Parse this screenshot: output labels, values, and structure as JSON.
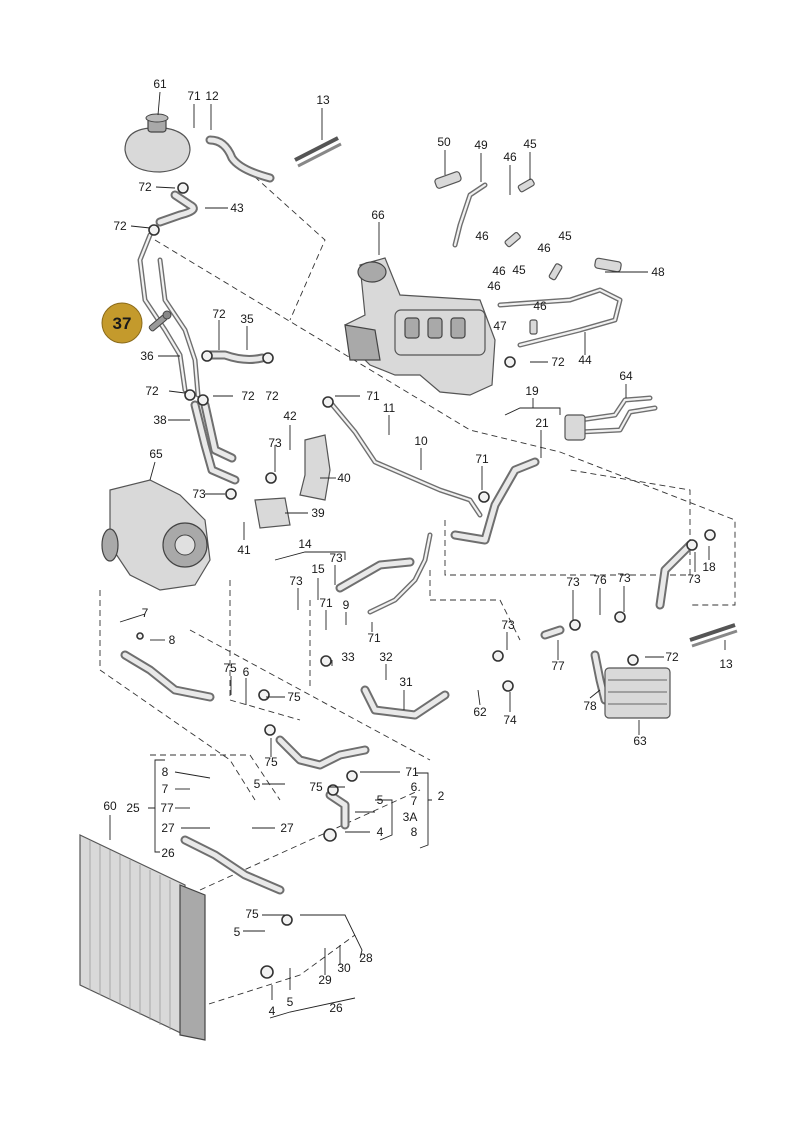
{
  "highlight": {
    "label": "37",
    "color": "#c49a2c"
  },
  "callouts": [
    {
      "id": "c61",
      "text": "61"
    },
    {
      "id": "c71a",
      "text": "71"
    },
    {
      "id": "c12",
      "text": "12"
    },
    {
      "id": "c13a",
      "text": "13"
    },
    {
      "id": "c72a",
      "text": "72"
    },
    {
      "id": "c43",
      "text": "43"
    },
    {
      "id": "c72b",
      "text": "72"
    },
    {
      "id": "c50",
      "text": "50"
    },
    {
      "id": "c49",
      "text": "49"
    },
    {
      "id": "c46a",
      "text": "46"
    },
    {
      "id": "c45a",
      "text": "45"
    },
    {
      "id": "c66",
      "text": "66"
    },
    {
      "id": "c46b",
      "text": "46"
    },
    {
      "id": "c46c",
      "text": "46"
    },
    {
      "id": "c45b",
      "text": "45"
    },
    {
      "id": "c46d",
      "text": "46"
    },
    {
      "id": "c45c",
      "text": "45"
    },
    {
      "id": "c46e",
      "text": "46"
    },
    {
      "id": "c48",
      "text": "48"
    },
    {
      "id": "c46f",
      "text": "46"
    },
    {
      "id": "c47",
      "text": "47"
    },
    {
      "id": "c72c",
      "text": "72"
    },
    {
      "id": "c44",
      "text": "44"
    },
    {
      "id": "c72d",
      "text": "72"
    },
    {
      "id": "c35",
      "text": "35"
    },
    {
      "id": "c36",
      "text": "36"
    },
    {
      "id": "c72e",
      "text": "72"
    },
    {
      "id": "c72f",
      "text": "72"
    },
    {
      "id": "c72g",
      "text": "72"
    },
    {
      "id": "c71b",
      "text": "71"
    },
    {
      "id": "c11",
      "text": "11"
    },
    {
      "id": "c19",
      "text": "19"
    },
    {
      "id": "c64",
      "text": "64"
    },
    {
      "id": "c21",
      "text": "21"
    },
    {
      "id": "c38",
      "text": "38"
    },
    {
      "id": "c42",
      "text": "42"
    },
    {
      "id": "c10",
      "text": "10"
    },
    {
      "id": "c73a",
      "text": "73"
    },
    {
      "id": "c65",
      "text": "65"
    },
    {
      "id": "c71c",
      "text": "71"
    },
    {
      "id": "c40",
      "text": "40"
    },
    {
      "id": "c73b",
      "text": "73"
    },
    {
      "id": "c39",
      "text": "39"
    },
    {
      "id": "c41",
      "text": "41"
    },
    {
      "id": "c14",
      "text": "14"
    },
    {
      "id": "c73c",
      "text": "73"
    },
    {
      "id": "c15",
      "text": "15"
    },
    {
      "id": "c73d",
      "text": "73"
    },
    {
      "id": "c18",
      "text": "18"
    },
    {
      "id": "c73e",
      "text": "73"
    },
    {
      "id": "c76",
      "text": "76"
    },
    {
      "id": "c73f",
      "text": "73"
    },
    {
      "id": "c73g",
      "text": "73"
    },
    {
      "id": "c9",
      "text": "9"
    },
    {
      "id": "c71d",
      "text": "71"
    },
    {
      "id": "c71e",
      "text": "71"
    },
    {
      "id": "c7a",
      "text": "7"
    },
    {
      "id": "c8a",
      "text": "8"
    },
    {
      "id": "c73h",
      "text": "73"
    },
    {
      "id": "c33",
      "text": "33"
    },
    {
      "id": "c32",
      "text": "32"
    },
    {
      "id": "c77a",
      "text": "77"
    },
    {
      "id": "c72h",
      "text": "72"
    },
    {
      "id": "c13b",
      "text": "13"
    },
    {
      "id": "c75a",
      "text": "75"
    },
    {
      "id": "c6a",
      "text": "6"
    },
    {
      "id": "c75b",
      "text": "75"
    },
    {
      "id": "c31",
      "text": "31"
    },
    {
      "id": "c62",
      "text": "62"
    },
    {
      "id": "c74",
      "text": "74"
    },
    {
      "id": "c78",
      "text": "78"
    },
    {
      "id": "c63",
      "text": "63"
    },
    {
      "id": "c75c",
      "text": "75"
    },
    {
      "id": "c8b",
      "text": "8"
    },
    {
      "id": "c71f",
      "text": "71"
    },
    {
      "id": "c5a",
      "text": "5"
    },
    {
      "id": "c75d",
      "text": "75"
    },
    {
      "id": "c6b",
      "text": "6"
    },
    {
      "id": "c7b",
      "text": "7"
    },
    {
      "id": "c2",
      "text": "2"
    },
    {
      "id": "c60",
      "text": "60"
    },
    {
      "id": "c25",
      "text": "25"
    },
    {
      "id": "c7c",
      "text": "7"
    },
    {
      "id": "c77b",
      "text": "77"
    },
    {
      "id": "c5b",
      "text": "5"
    },
    {
      "id": "c3A",
      "text": "3A"
    },
    {
      "id": "c8c",
      "text": "8"
    },
    {
      "id": "c27a",
      "text": "27"
    },
    {
      "id": "c27b",
      "text": "27"
    },
    {
      "id": "c4a",
      "text": "4"
    },
    {
      "id": "c26a",
      "text": "26"
    },
    {
      "id": "c75e",
      "text": "75"
    },
    {
      "id": "c5c",
      "text": "5"
    },
    {
      "id": "c28",
      "text": "28"
    },
    {
      "id": "c30",
      "text": "30"
    },
    {
      "id": "c29",
      "text": "29"
    },
    {
      "id": "c4b",
      "text": "4"
    },
    {
      "id": "c5d",
      "text": "5"
    },
    {
      "id": "c26b",
      "text": "26"
    }
  ]
}
